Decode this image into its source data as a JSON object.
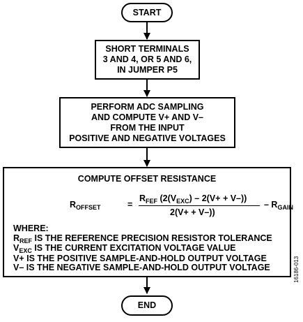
{
  "nodes": {
    "start": "START",
    "step1": [
      "SHORT TERMINALS",
      "3 AND 4, OR 5 AND 6,",
      "IN JUMPER P5"
    ],
    "step2": [
      "PERFORM ADC SAMPLING",
      "AND COMPUTE V+ AND V–",
      "FROM THE INPUT",
      "POSITIVE AND NEGATIVE VOLTAGES"
    ],
    "step3": {
      "title": "COMPUTE OFFSET RESISTANCE",
      "formula": {
        "lhs_main": "R",
        "lhs_sub": "OFFSET",
        "equals": "=",
        "num_r": "R",
        "num_r_sub": "FEF",
        "num_a": "(2(V",
        "num_a_sub": "EXC",
        "num_b": ") – 2(V+ + V–))",
        "den": "2(V+ + V–))",
        "minus": "– R",
        "minus_sub": "GAIN"
      },
      "where_label": "WHERE:",
      "where_lines": [
        {
          "main": "R",
          "sub": "REF",
          "rest": " IS THE REFERENCE PRECISION RESISTOR TOLERANCE"
        },
        {
          "main": "V",
          "sub": "EXC",
          "rest": " IS THE CURRENT EXCITATION VOLTAGE VALUE"
        },
        {
          "main": "V+",
          "sub": "",
          "rest": " IS THE POSITIVE SAMPLE-AND-HOLD OUTPUT VOLTAGE"
        },
        {
          "main": "V–",
          "sub": "",
          "rest": " IS THE NEGATIVE SAMPLE-AND-HOLD OUTPUT VOLTAGE"
        }
      ]
    },
    "end": "END"
  },
  "figure_id": "16186-013"
}
